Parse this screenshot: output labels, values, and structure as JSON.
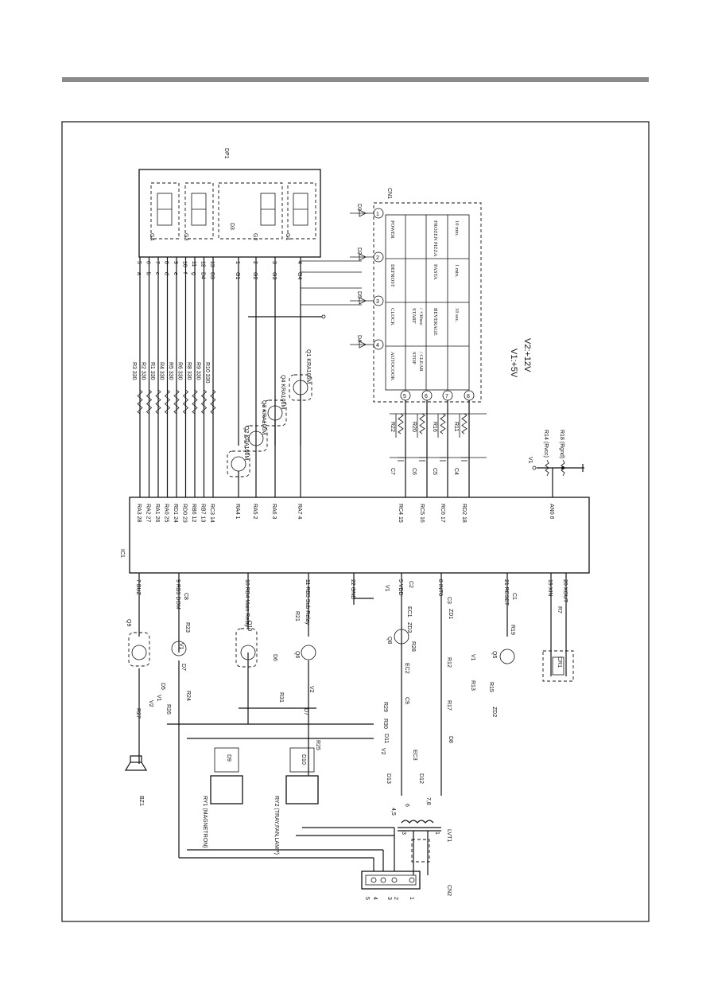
{
  "ic": {
    "name": "IC1"
  },
  "display": {
    "name": "DP1",
    "digits": [
      "G4",
      "G3",
      "G2",
      "G1"
    ],
    "extra": [
      "D3"
    ]
  },
  "ic_left_pins": [
    "7 BUZ",
    "9 RB3 DOM",
    "10 RB4 Main Relay",
    "11 RB5 Sub Relay",
    "22 GND",
    "5 VDD",
    "8 INT0",
    "21 RESET",
    "19 XIN",
    "20 XOUT"
  ],
  "ic_top_pins": [
    "RA3 28",
    "RA2 27",
    "RA1 26",
    "RA0 25",
    "RD1 24",
    "RD0 23",
    "RB6 12",
    "RB7 13",
    "RC3 14",
    "RA4 1",
    "RA5 2",
    "RA6 3",
    "RA7 4",
    "RC4 15",
    "RC5 16",
    "RC6 17",
    "RD2 18",
    "AN0 6"
  ],
  "seg_resistors": [
    "R3 330",
    "R2 330",
    "R1 330",
    "R4 330",
    "R5 330",
    "R6 330",
    "R8 330",
    "R9 330",
    "R10 330"
  ],
  "seg_labels": [
    "a",
    "b",
    "c",
    "d",
    "e",
    "f",
    "g",
    "D4",
    "D3"
  ],
  "seg_numbers": [
    "5",
    "6",
    "7",
    "8",
    "9",
    "10",
    "11",
    "12",
    "13"
  ],
  "grid_labels": [
    "G1",
    "G2",
    "G3",
    "G4"
  ],
  "grid_numbers": [
    "1",
    "2",
    "3",
    "4"
  ],
  "transistors_top": [
    "Q2 KRA106M",
    "Q3 KRA106M",
    "Q4 KRA106M",
    "Q1 KRA106M"
  ],
  "keypad": {
    "connector": "CN1",
    "diodes": [
      "D1",
      "D2",
      "D5",
      "D4"
    ],
    "cols": [
      "1",
      "2",
      "3",
      "4"
    ],
    "rows": [
      "5",
      "6",
      "7",
      "8"
    ],
    "keys": [
      [
        "AUTOCOOK",
        "CLOCK",
        "DEFROST",
        "POWER"
      ],
      [
        "STOP / CLEAR",
        "START / +30sec",
        "",
        ""
      ],
      [
        "",
        "BEVERAGE",
        "PASTA",
        "FROZEN PIZZA"
      ],
      [
        "",
        "10 sec.",
        "1 min.",
        "10 min."
      ]
    ]
  },
  "row_resistors": [
    "R22",
    "R20",
    "R16",
    "R11"
  ],
  "row_caps": [
    "C7",
    "C6",
    "C5",
    "C4"
  ],
  "supply_note": [
    "V1:+5V",
    "V2:+12V"
  ],
  "an0_net": [
    "V1",
    "R14 (Rvcc)",
    "R18 (Rgnd)"
  ],
  "left_parts": {
    "buzzer": [
      "Q9",
      "R27",
      "V2",
      "BZ1",
      "D5",
      "V1",
      "R26",
      "R24"
    ],
    "dom": [
      "C8",
      "R23",
      "V1",
      "D7"
    ],
    "main_relay": [
      "Q10",
      "D6",
      "R31",
      "V2",
      "D7",
      "R25",
      "D9",
      "D10",
      "RY1 (MAGNETRON)",
      "RY2 (TRAY,FAN,LAMP)"
    ],
    "sub_relay": [
      "R21",
      "Q6"
    ],
    "power": [
      "V1",
      "C2",
      "EC1",
      "ZD3",
      "Q8",
      "R28",
      "EC2",
      "C9",
      "R29",
      "R30",
      "D11",
      "V2",
      "EC3",
      "D13",
      "D12",
      "C3",
      "ZD1",
      "R12",
      "R17",
      "D8",
      "LVT1"
    ],
    "reset": [
      "C1",
      "R19",
      "V1",
      "Q5",
      "R13",
      "R15",
      "ZD2"
    ],
    "osc": [
      "R7",
      "CR1"
    ],
    "connector": [
      "CN2",
      "5",
      "4",
      "3",
      "2",
      "1"
    ],
    "transformer_pins": [
      "4,5",
      "6",
      "7,8",
      "3",
      "1"
    ]
  }
}
